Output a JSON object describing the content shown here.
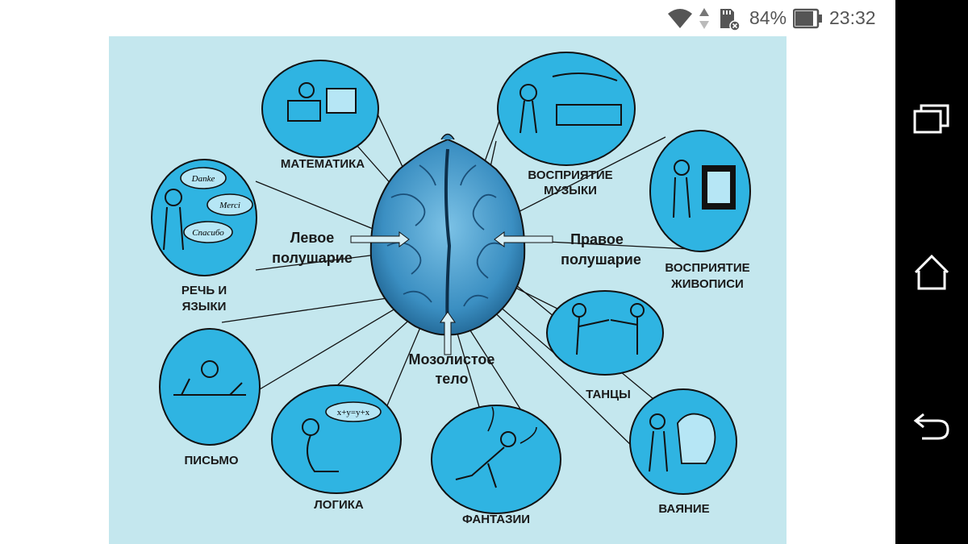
{
  "status_bar": {
    "battery_percent": "84%",
    "time": "23:32",
    "icons": [
      "wifi-icon",
      "data-arrows-icon",
      "sd-card-icon",
      "battery-icon"
    ]
  },
  "nav_bar": {
    "icons": [
      "recents-icon",
      "home-icon",
      "back-icon"
    ]
  },
  "figure": {
    "hemispheres": {
      "left_line1": "Левое",
      "left_line2": "полушарие",
      "right_line1": "Правое",
      "right_line2": "полушарие",
      "corpus_line1": "Мозолистое",
      "corpus_line2": "тело"
    },
    "bubbles": {
      "math": "МАТЕМАТИКА",
      "music_line1": "ВОСПРИЯТИЕ",
      "music_line2": "МУЗЫКИ",
      "speech_line1": "РЕЧЬ И",
      "speech_line2": "ЯЗЫКИ",
      "art_line1": "ВОСПРИЯТИЕ",
      "art_line2": "ЖИВОПИСИ",
      "writing": "ПИСЬМО",
      "logic": "ЛОГИКА",
      "fantasy": "ФАНТАЗИИ",
      "dance": "ТАНЦЫ",
      "sculpture": "ВАЯНИЕ"
    },
    "speech_words": [
      "Danke",
      "Merci",
      "Спасибо"
    ],
    "logic_formula": "x+y=y+x",
    "colors": {
      "background": "#c4e7ee",
      "bubble": "#2fb4e2",
      "brain": "#3a8fc0",
      "outline": "#111111"
    }
  }
}
